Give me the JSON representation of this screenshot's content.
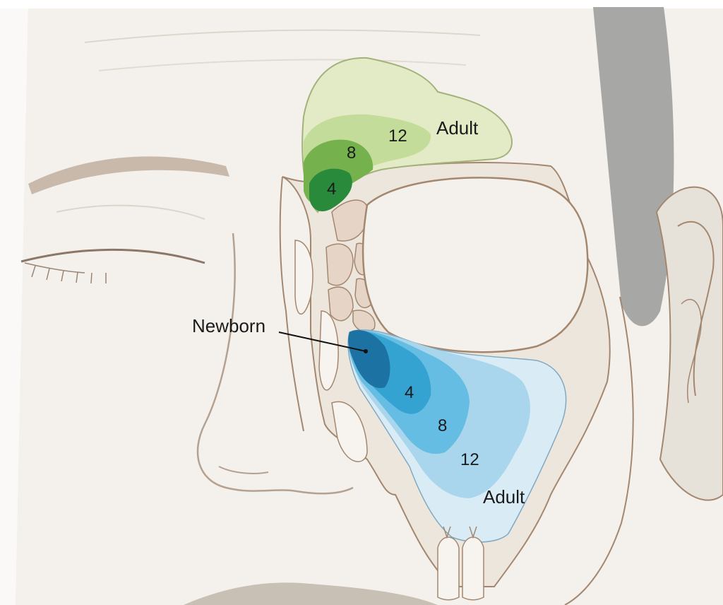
{
  "colors": {
    "skin": "#f4f1ec",
    "skin_shadow": "#e6e1d9",
    "outline": "#a3876f",
    "hair": "#a7a7a5",
    "frontal_adult": "#e3ebc6",
    "frontal_12": "#c3dc9a",
    "frontal_8": "#75b24d",
    "frontal_4": "#2a8a3c",
    "maxillary_adult": "#d9ecf5",
    "maxillary_12": "#a9d6ec",
    "maxillary_8": "#66bde3",
    "maxillary_4": "#35a3d2",
    "maxillary_newborn": "#1b72a3",
    "ethmoid_cells": "#e6d4c7",
    "nerve": "#f2e222"
  },
  "frontal_sinus": {
    "adult_label": "Adult",
    "age_12_label": "12",
    "age_8_label": "8",
    "age_4_label": "4"
  },
  "maxillary_sinus": {
    "newborn_label": "Newborn",
    "age_4_label": "4",
    "age_8_label": "8",
    "age_12_label": "12",
    "adult_label": "Adult"
  }
}
